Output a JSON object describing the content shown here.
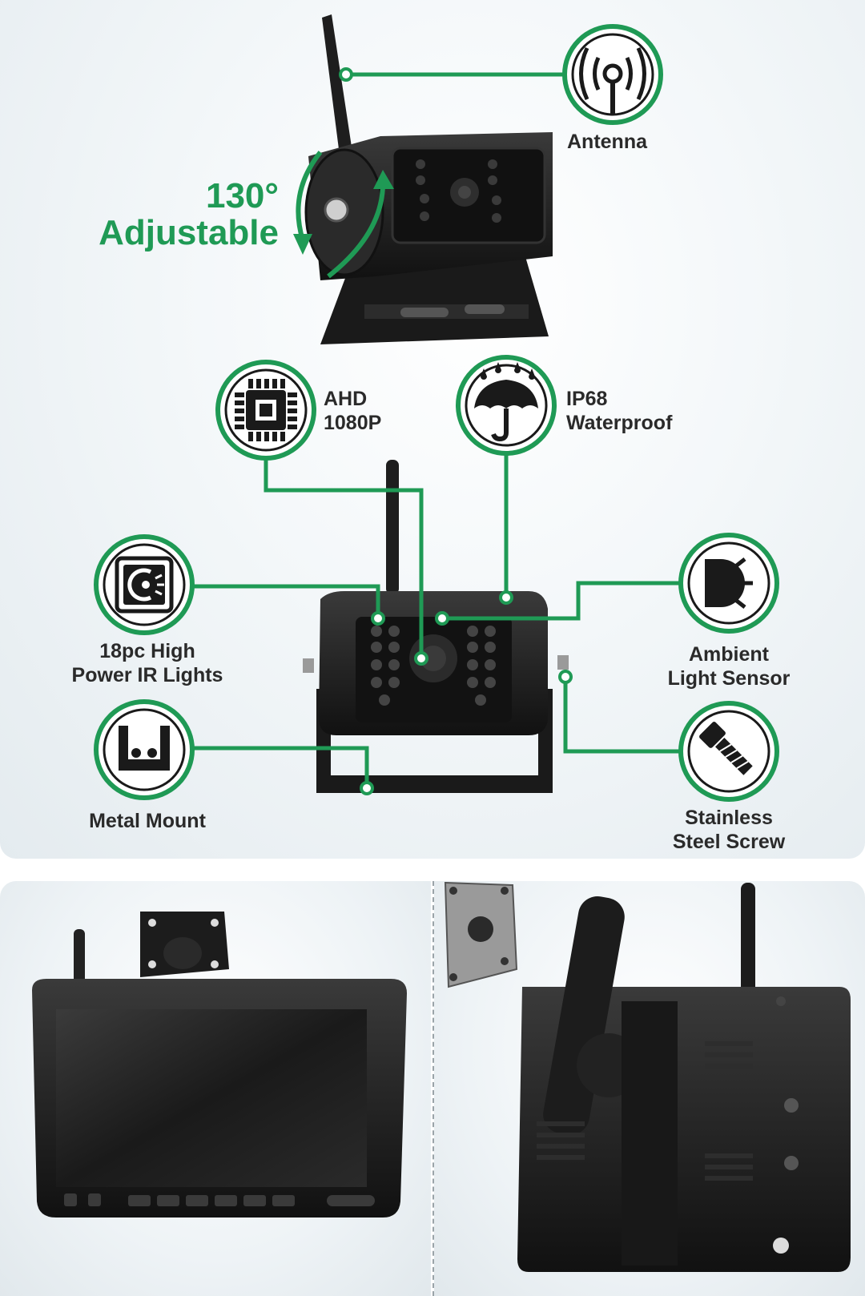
{
  "colors": {
    "accent": "#1f9a55",
    "device": "#1c1c1c",
    "text": "#2a2a2a"
  },
  "features": {
    "antenna": "Antenna",
    "adjust_angle": "130°",
    "adjust_word": "Adjustable",
    "ahd_line1": "AHD",
    "ahd_line2": "1080P",
    "ip_line1": "IP68",
    "ip_line2": "Waterproof",
    "ir_line1": "18pc High",
    "ir_line2": "Power IR Lights",
    "sensor_line1": "Ambient",
    "sensor_line2": "Light Sensor",
    "mount": "Metal Mount",
    "screw_line1": "Stainless",
    "screw_line2": "Steel Screw"
  },
  "icons": [
    "antenna-icon",
    "chip-icon",
    "umbrella-icon",
    "ir-light-icon",
    "light-sensor-icon",
    "mount-icon",
    "screw-icon"
  ]
}
